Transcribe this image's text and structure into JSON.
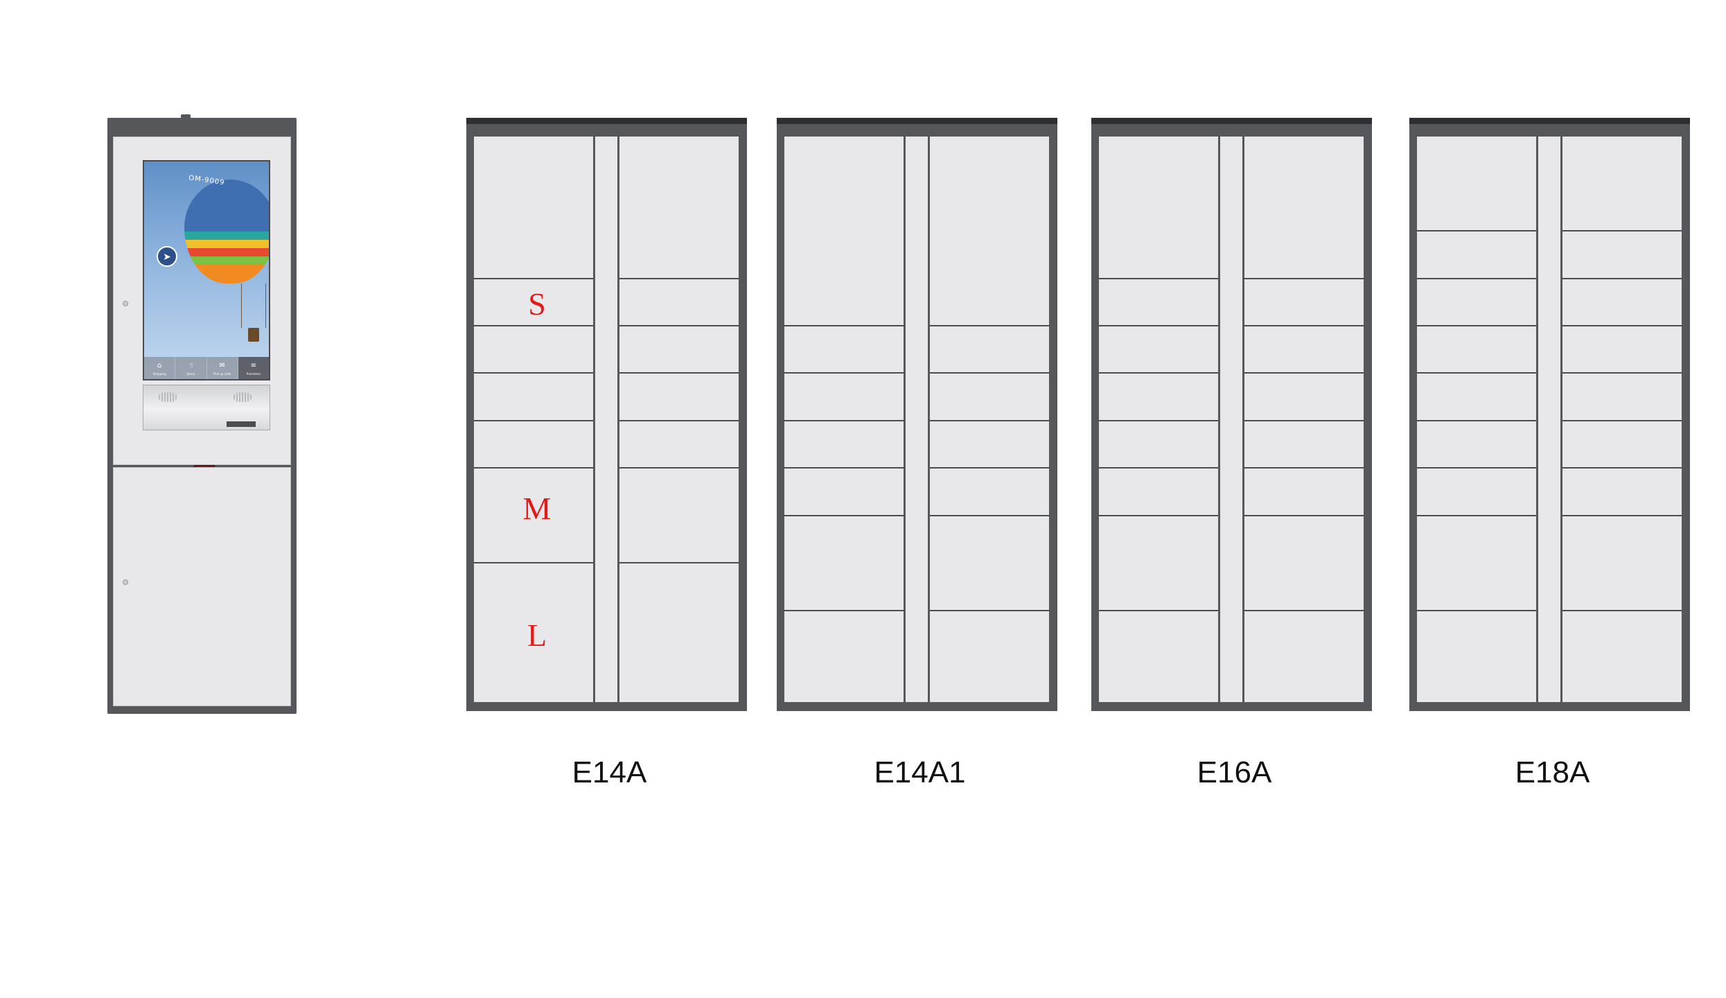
{
  "kiosk": {
    "balloon_text": "OM-9009",
    "screen_menu": [
      {
        "label": "Shopping",
        "icon": "cart-icon",
        "glyph": "⌂"
      },
      {
        "label": "Query",
        "icon": "hand-icon",
        "glyph": "☝"
      },
      {
        "label": "Pick up code",
        "icon": "mail-icon",
        "glyph": "✉"
      },
      {
        "label": "Promotion",
        "icon": "list-icon",
        "glyph": "≡"
      }
    ],
    "colors": {
      "frame": "#55575b",
      "door": "#e8e8ea",
      "scanner": "#7a1b1e"
    }
  },
  "size_labels": {
    "s": "S",
    "m": "M",
    "l": "L"
  },
  "colors": {
    "size_label": "#e01b1b",
    "cabinet_frame": "#55575b",
    "cabinet_top": "#2e2f32"
  },
  "cabinets": [
    {
      "model": "E14A",
      "dividers_fraction_left": [
        0.251,
        0.334,
        0.418,
        0.502,
        0.586,
        0.754
      ],
      "dividers_fraction_right": [
        0.251,
        0.334,
        0.418,
        0.502,
        0.586,
        0.754
      ]
    },
    {
      "model": "E14A1",
      "dividers_fraction_left": [
        0.334,
        0.418,
        0.502,
        0.586,
        0.67,
        0.838
      ],
      "dividers_fraction_right": [
        0.334,
        0.418,
        0.502,
        0.586,
        0.67,
        0.838
      ]
    },
    {
      "model": "E16A",
      "dividers_fraction_left": [
        0.251,
        0.334,
        0.418,
        0.502,
        0.586,
        0.67,
        0.838
      ],
      "dividers_fraction_right": [
        0.251,
        0.334,
        0.418,
        0.502,
        0.586,
        0.67,
        0.838
      ]
    },
    {
      "model": "E18A",
      "dividers_fraction_left": [
        0.167,
        0.251,
        0.334,
        0.418,
        0.502,
        0.586,
        0.67,
        0.838
      ],
      "dividers_fraction_right": [
        0.167,
        0.251,
        0.334,
        0.418,
        0.502,
        0.586,
        0.67,
        0.838
      ]
    }
  ]
}
